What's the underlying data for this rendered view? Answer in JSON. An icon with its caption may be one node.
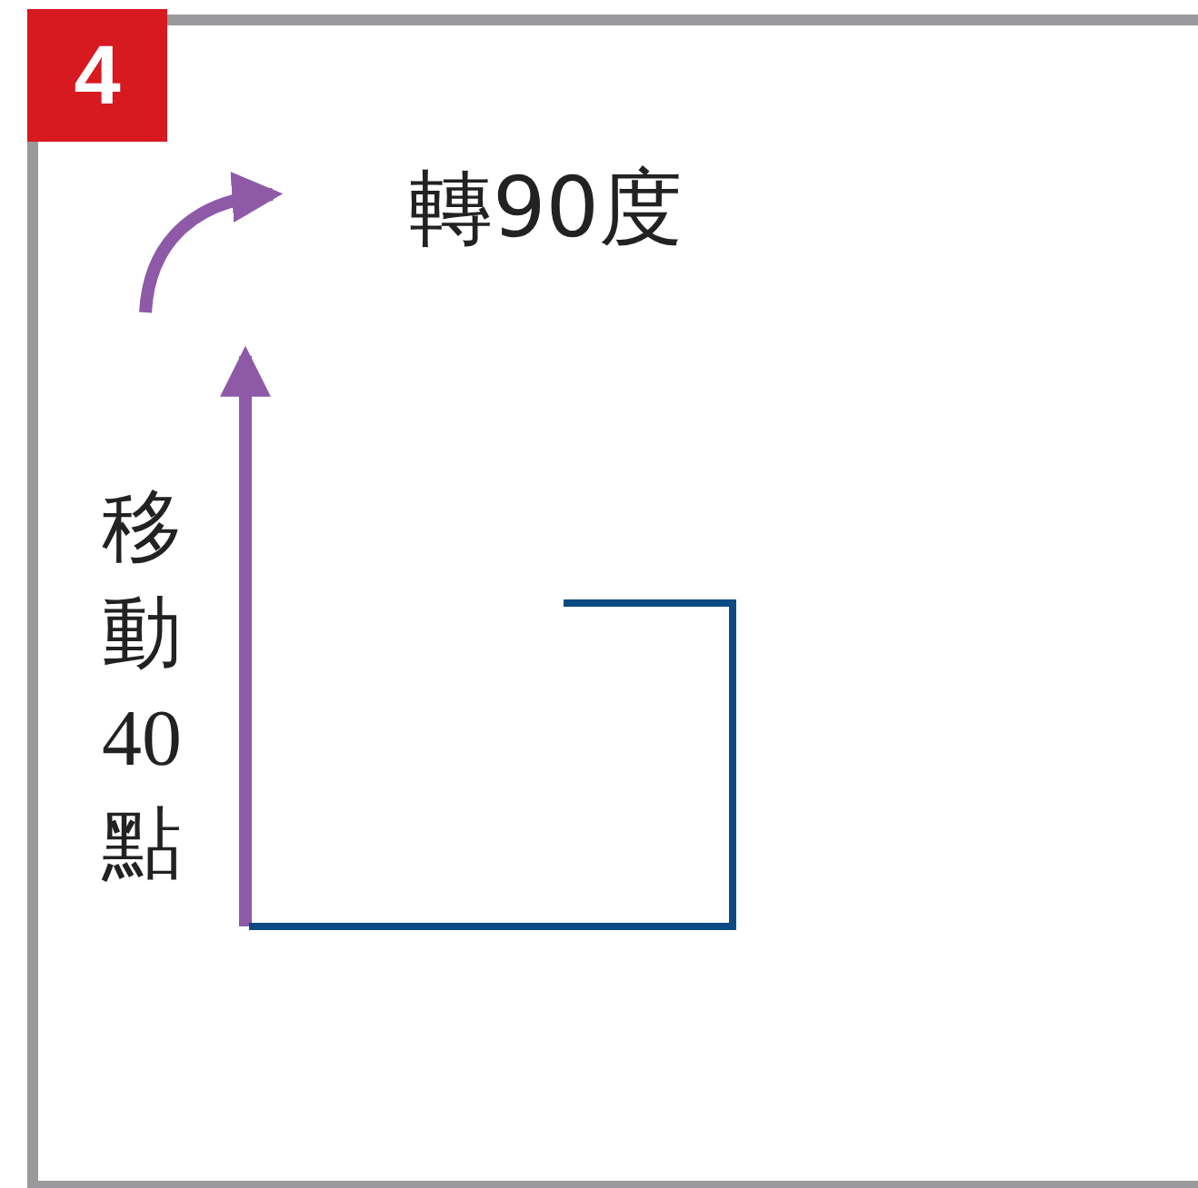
{
  "diagram": {
    "labels": [
      "4",
      "轉90度",
      "移動40點"
    ]
  }
}
